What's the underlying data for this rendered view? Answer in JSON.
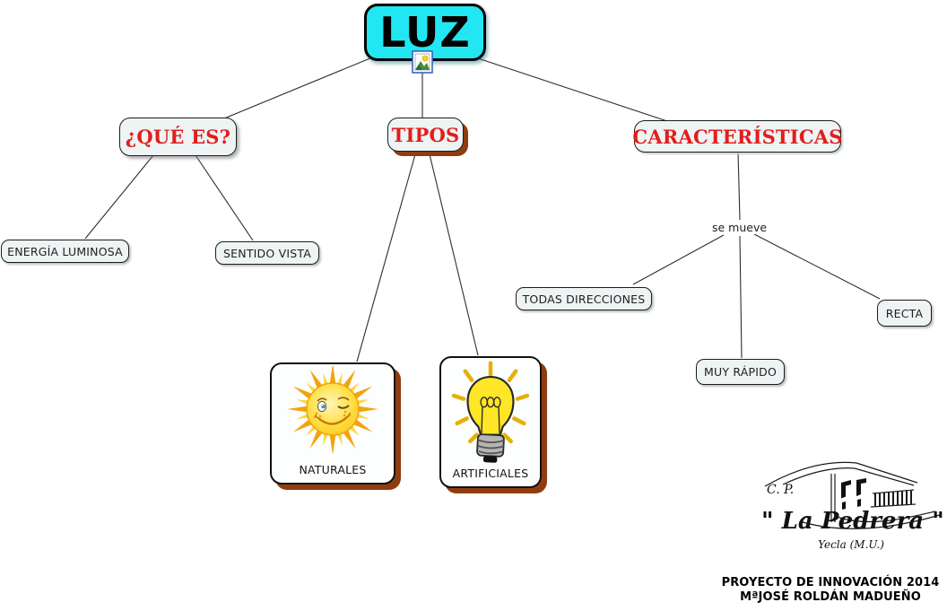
{
  "nodes": {
    "luz": {
      "label": "LUZ"
    },
    "que_es": {
      "label": "¿QUÉ ES?"
    },
    "tipos": {
      "label": "TIPOS"
    },
    "caracteristicas": {
      "label": "CARACTERÍSTICAS"
    },
    "energia_luminosa": {
      "label": "ENERGÍA LUMINOSA"
    },
    "sentido_vista": {
      "label": "SENTIDO VISTA"
    },
    "se_mueve": {
      "label": "se mueve"
    },
    "todas_direcciones": {
      "label": "TODAS DIRECCIONES"
    },
    "muy_rapido": {
      "label": "MUY RÁPIDO"
    },
    "recta": {
      "label": "RECTA"
    },
    "naturales": {
      "label": "NATURALES"
    },
    "artificiales": {
      "label": "ARTIFICIALES"
    }
  },
  "icons": {
    "image_placeholder": "image-placeholder-icon",
    "sun": "sun-image",
    "bulb": "light-bulb-image",
    "school_logo": "la-pedrera-school-logo"
  },
  "colors": {
    "root_fill": "#22e7f2",
    "topic_text": "#e21d1d",
    "node_fill": "#eef3f3",
    "shadow_brown": "#8f3d10",
    "bulb_yellow": "#ffe626",
    "sun_yellow": "#ffd22e"
  },
  "logo": {
    "cp": "C. P.",
    "name": "\" La Pedrera \"",
    "place": "Yecla (M.U.)"
  },
  "footer": {
    "line1": "PROYECTO DE INNOVACIÓN 2014",
    "line2": "MªJOSÉ ROLDÁN MADUEÑO"
  }
}
